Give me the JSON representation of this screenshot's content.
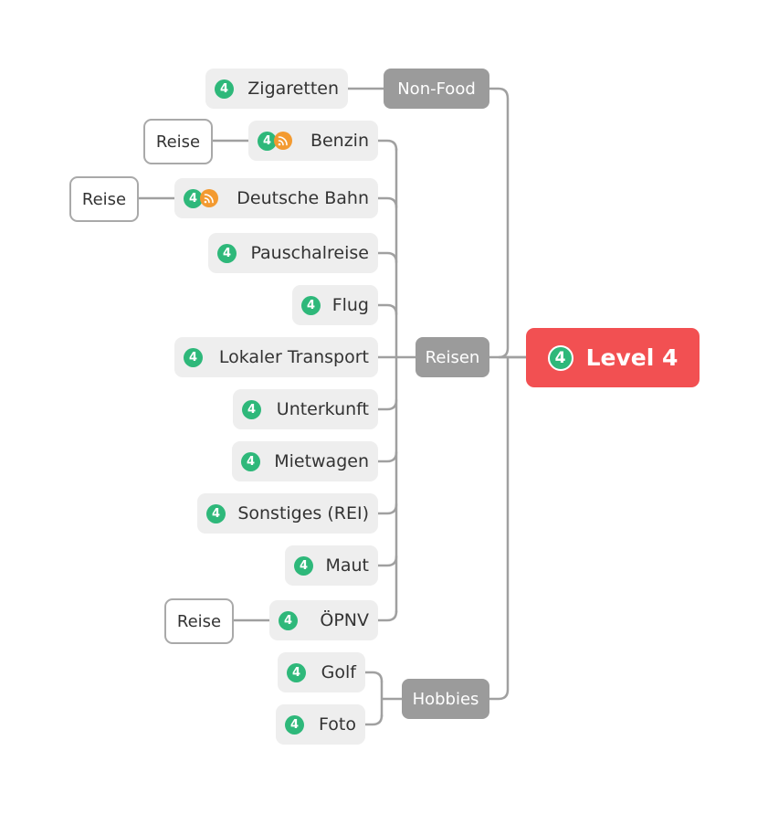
{
  "root": {
    "label": "Level 4",
    "badge": "4"
  },
  "branches": [
    {
      "label": "Non-Food",
      "children": [
        {
          "label": "Zigaretten",
          "badge": "4"
        }
      ]
    },
    {
      "label": "Reisen",
      "children": [
        {
          "label": "Benzin",
          "badge": "4",
          "icon": "rss-icon",
          "callout": "Reise"
        },
        {
          "label": "Deutsche Bahn",
          "badge": "4",
          "icon": "rss-icon",
          "callout": "Reise"
        },
        {
          "label": "Pauschalreise",
          "badge": "4"
        },
        {
          "label": "Flug",
          "badge": "4"
        },
        {
          "label": "Lokaler Transport",
          "badge": "4"
        },
        {
          "label": "Unterkunft",
          "badge": "4"
        },
        {
          "label": "Mietwagen",
          "badge": "4"
        },
        {
          "label": "Sonstiges (REI)",
          "badge": "4"
        },
        {
          "label": "Maut",
          "badge": "4"
        },
        {
          "label": "ÖPNV",
          "badge": "4",
          "callout": "Reise"
        }
      ]
    },
    {
      "label": "Hobbies",
      "children": [
        {
          "label": "Golf",
          "badge": "4"
        },
        {
          "label": "Foto",
          "badge": "4"
        }
      ]
    }
  ],
  "colors": {
    "root": "#f25052",
    "branch": "#9b9b9b",
    "leaf": "#eeeeee",
    "badge": "#2eb87a",
    "rss": "#f39a30",
    "line": "#a0a0a0"
  }
}
